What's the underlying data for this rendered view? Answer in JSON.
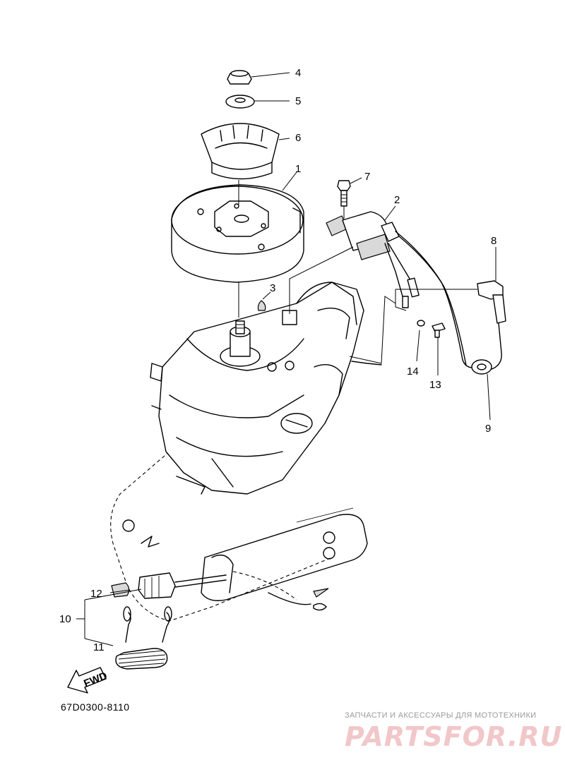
{
  "catalog_code": "67D0300-8110",
  "direction_label": "FWD",
  "watermark": {
    "tagline": "ЗАПЧАСТИ И АКСЕССУАРЫ ДЛЯ МОТОТЕХНИКИ",
    "logo_text": "PARTSFOR.RU",
    "color": "#f1c7c9"
  },
  "callouts": [
    {
      "id": "1",
      "label": "1"
    },
    {
      "id": "2",
      "label": "2"
    },
    {
      "id": "3",
      "label": "3"
    },
    {
      "id": "4",
      "label": "4"
    },
    {
      "id": "5",
      "label": "5"
    },
    {
      "id": "6",
      "label": "6"
    },
    {
      "id": "7",
      "label": "7"
    },
    {
      "id": "8",
      "label": "8"
    },
    {
      "id": "9",
      "label": "9"
    },
    {
      "id": "10",
      "label": "10"
    },
    {
      "id": "11",
      "label": "11"
    },
    {
      "id": "12",
      "label": "12"
    },
    {
      "id": "13",
      "label": "13"
    },
    {
      "id": "14",
      "label": "14"
    }
  ]
}
